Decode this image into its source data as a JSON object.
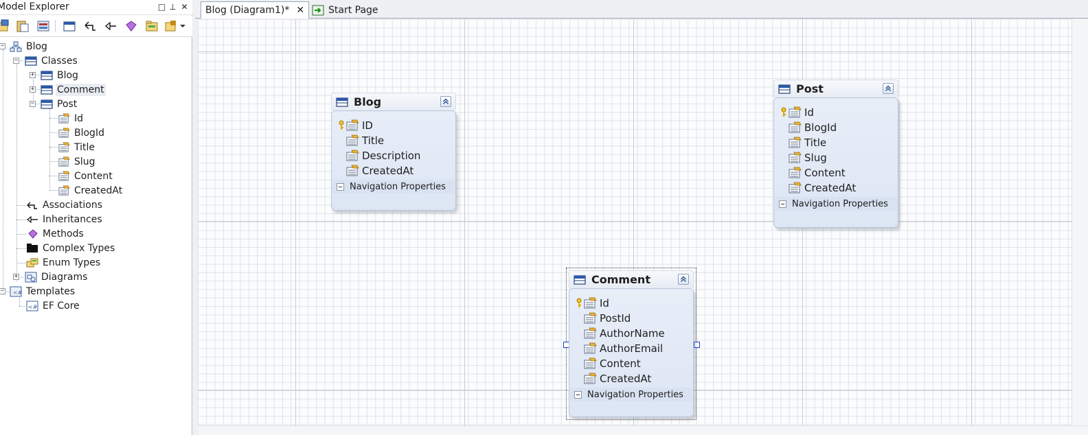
{
  "explorer": {
    "title": "Model Explorer",
    "controls": [
      "□",
      "⊥",
      "✕"
    ],
    "tree": {
      "root": "Blog",
      "classes_label": "Classes",
      "class_blog": "Blog",
      "class_comment": "Comment",
      "class_post": "Post",
      "post_props": [
        "Id",
        "BlogId",
        "Title",
        "Slug",
        "Content",
        "CreatedAt"
      ],
      "associations": "Associations",
      "inheritances": "Inheritances",
      "methods": "Methods",
      "complex_types": "Complex Types",
      "enum_types": "Enum Types",
      "diagrams": "Diagrams",
      "templates": "Templates",
      "ef_core": "EF Core"
    }
  },
  "tabs": {
    "active": "Blog (Diagram1)*",
    "active_close": "✕",
    "start_page": "Start Page"
  },
  "entities": {
    "blog": {
      "name": "Blog",
      "props": [
        "ID",
        "Title",
        "Description",
        "CreatedAt"
      ],
      "nav": "Navigation Properties"
    },
    "post": {
      "name": "Post",
      "props": [
        "Id",
        "BlogId",
        "Title",
        "Slug",
        "Content",
        "CreatedAt"
      ],
      "nav": "Navigation Properties"
    },
    "comment": {
      "name": "Comment",
      "props": [
        "Id",
        "PostId",
        "AuthorName",
        "AuthorEmail",
        "Content",
        "CreatedAt"
      ],
      "nav": "Navigation Properties"
    }
  }
}
